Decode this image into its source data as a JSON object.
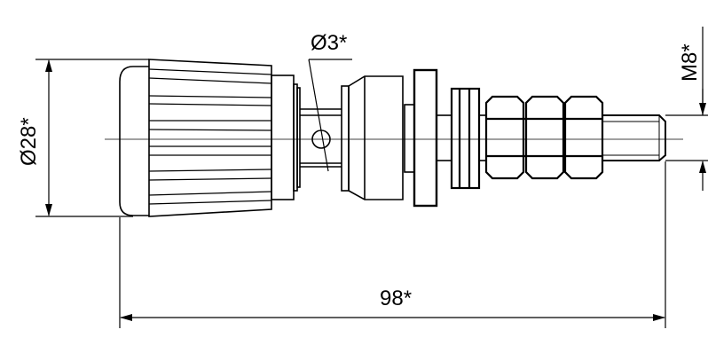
{
  "drawing": {
    "labels": {
      "hole_diameter": "Ø3*",
      "knob_diameter": "Ø28*",
      "thread": "M8*",
      "overall_length": "98*"
    },
    "colors": {
      "line": "#000000",
      "background": "#ffffff"
    }
  }
}
